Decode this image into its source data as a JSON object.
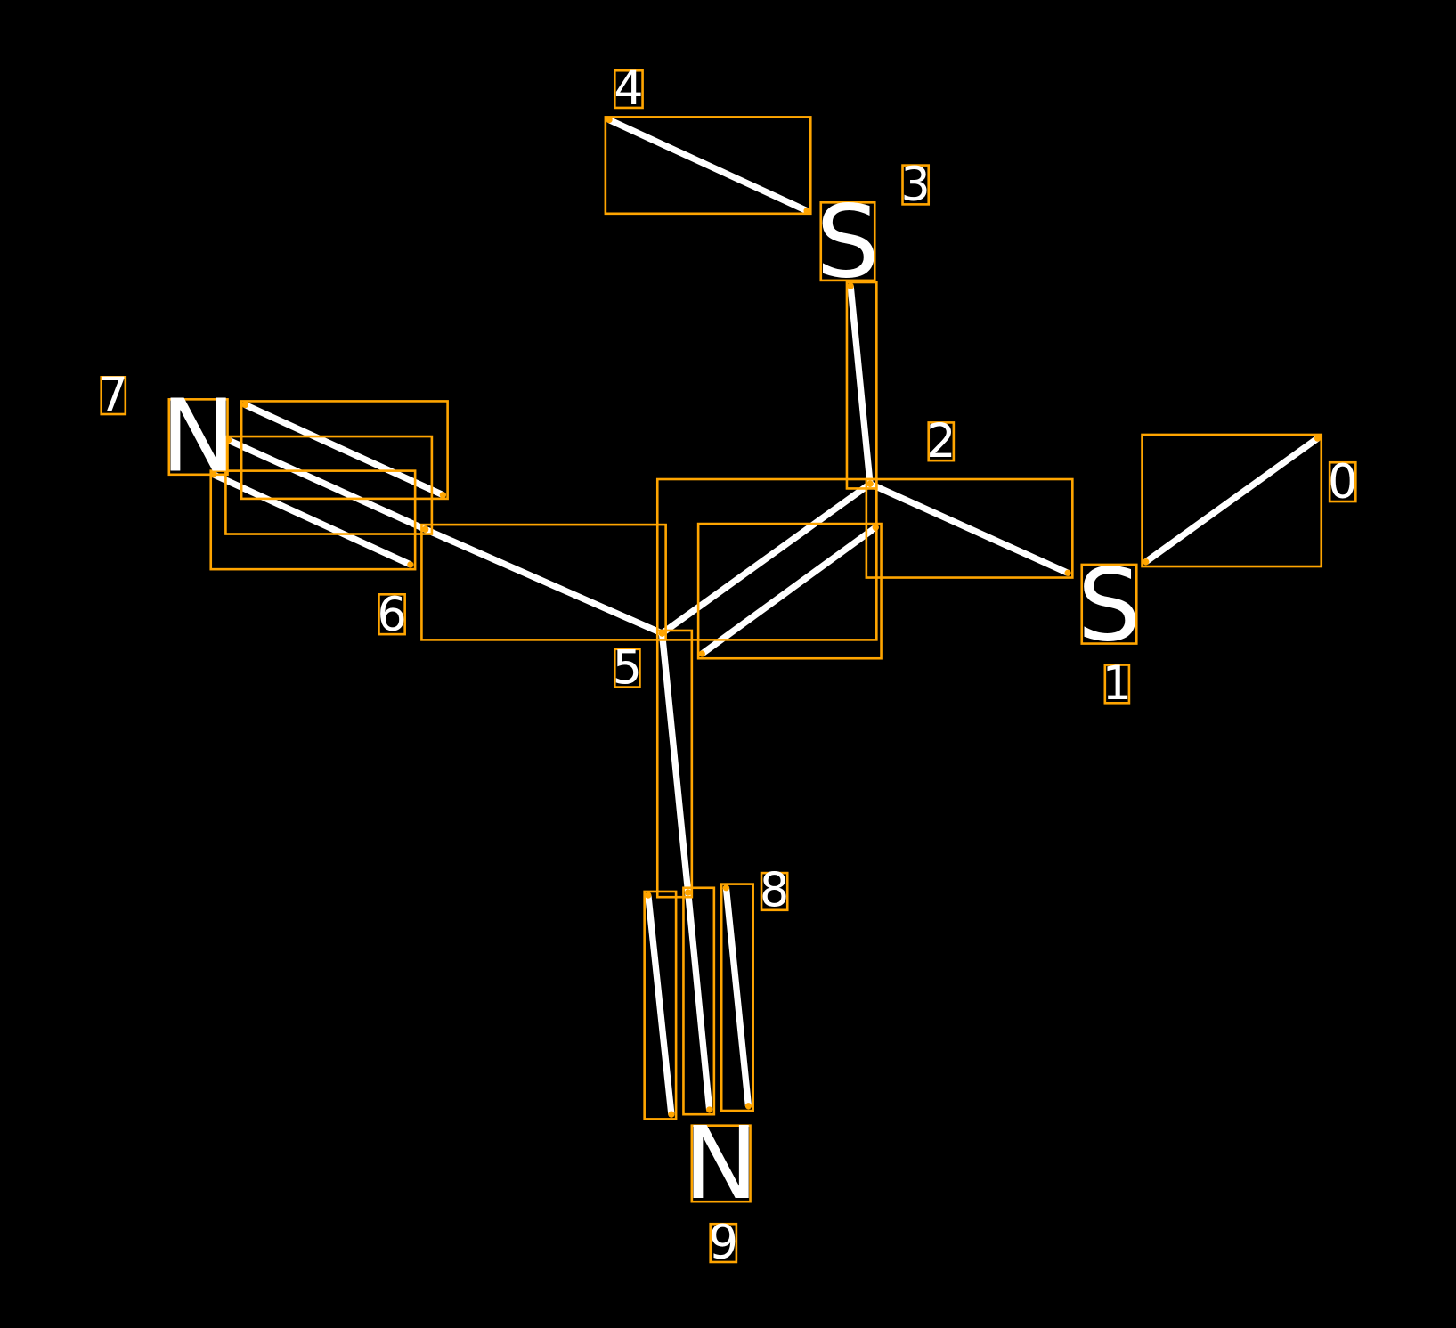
{
  "diagram": {
    "type": "molecule-annotation",
    "colors": {
      "background": "#000000",
      "bond": "#ffffff",
      "box": "#ffa500",
      "text": "#ffffff"
    },
    "atoms": [
      {
        "id": "atom-s-1",
        "symbol": "S"
      },
      {
        "id": "atom-s-3",
        "symbol": "S"
      },
      {
        "id": "atom-n-7",
        "symbol": "N"
      },
      {
        "id": "atom-n-9",
        "symbol": "N"
      }
    ],
    "indices": [
      "0",
      "1",
      "2",
      "3",
      "4",
      "5",
      "6",
      "7",
      "8",
      "9"
    ]
  }
}
